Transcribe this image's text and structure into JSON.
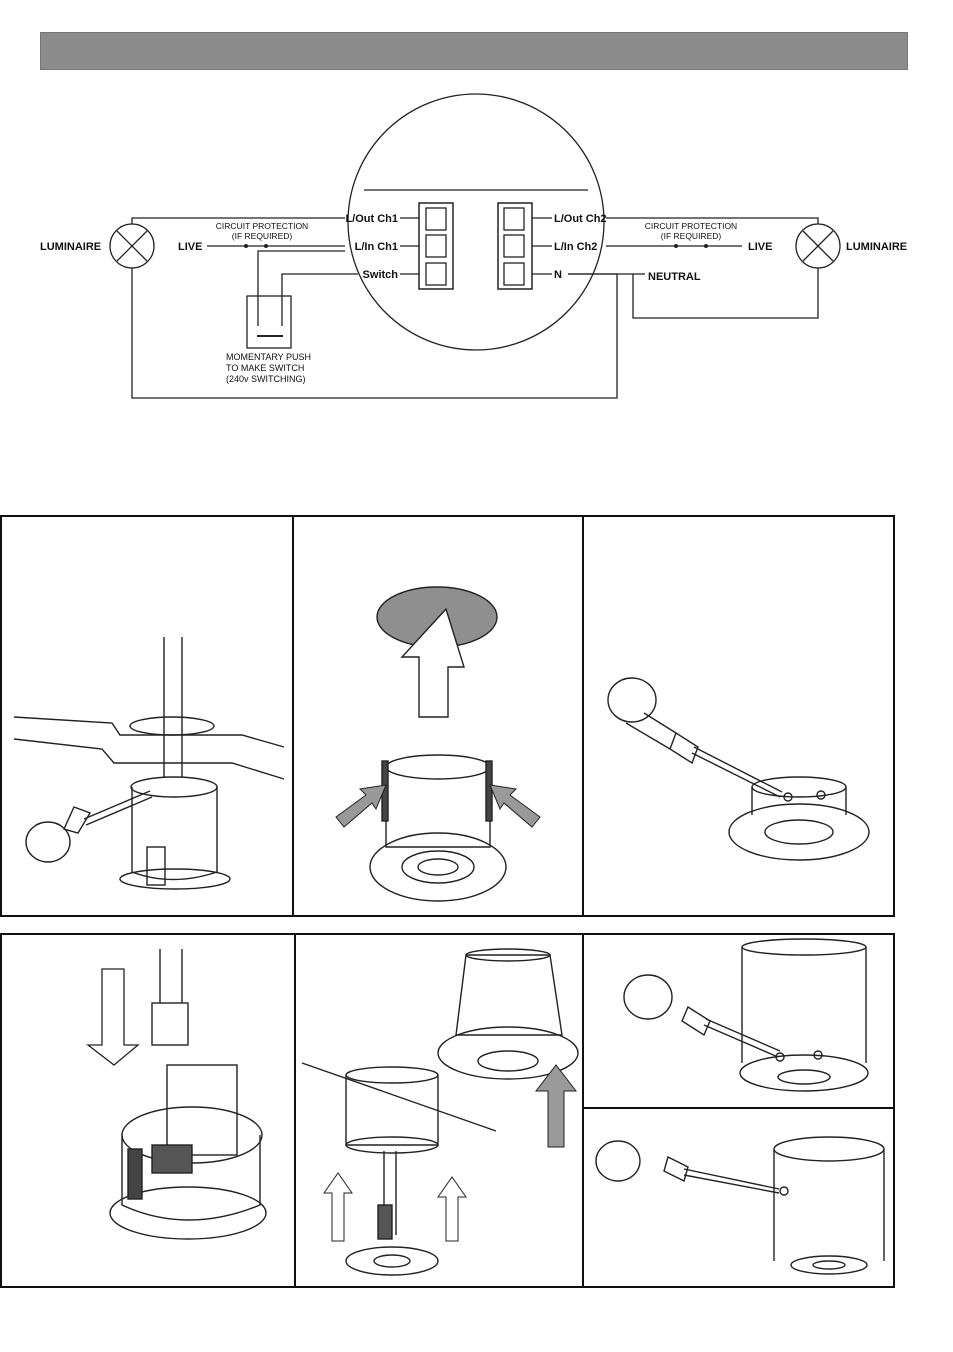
{
  "header": {
    "title": ""
  },
  "wiring": {
    "terminals_left": [
      "L/Out Ch1",
      "L/In Ch1",
      "Switch"
    ],
    "terminals_right": [
      "L/Out Ch2",
      "L/In Ch2",
      "N"
    ],
    "left_luminaire": "LUMINAIRE",
    "right_luminaire": "LUMINAIRE",
    "left_live": "LIVE",
    "right_live": "LIVE",
    "neutral": "NEUTRAL",
    "protection_line1": "CIRCUIT PROTECTION",
    "protection_line2": "(IF REQUIRED)",
    "switch_label": [
      "MOMENTARY PUSH",
      "TO MAKE SWITCH",
      "(240v SWITCHING)"
    ]
  },
  "steps": [
    {
      "icon": "ceiling-cutout-screwdriver-icon"
    },
    {
      "icon": "remove-cover-arrow-icon"
    },
    {
      "icon": "screwdriver-bezel-icon"
    },
    {
      "icon": "connector-plug-icon"
    },
    {
      "icon": "fit-housing-icon"
    },
    {
      "icon": "screwdriver-housing-icon"
    },
    {
      "icon": "screwdriver-side-screw-icon"
    }
  ]
}
